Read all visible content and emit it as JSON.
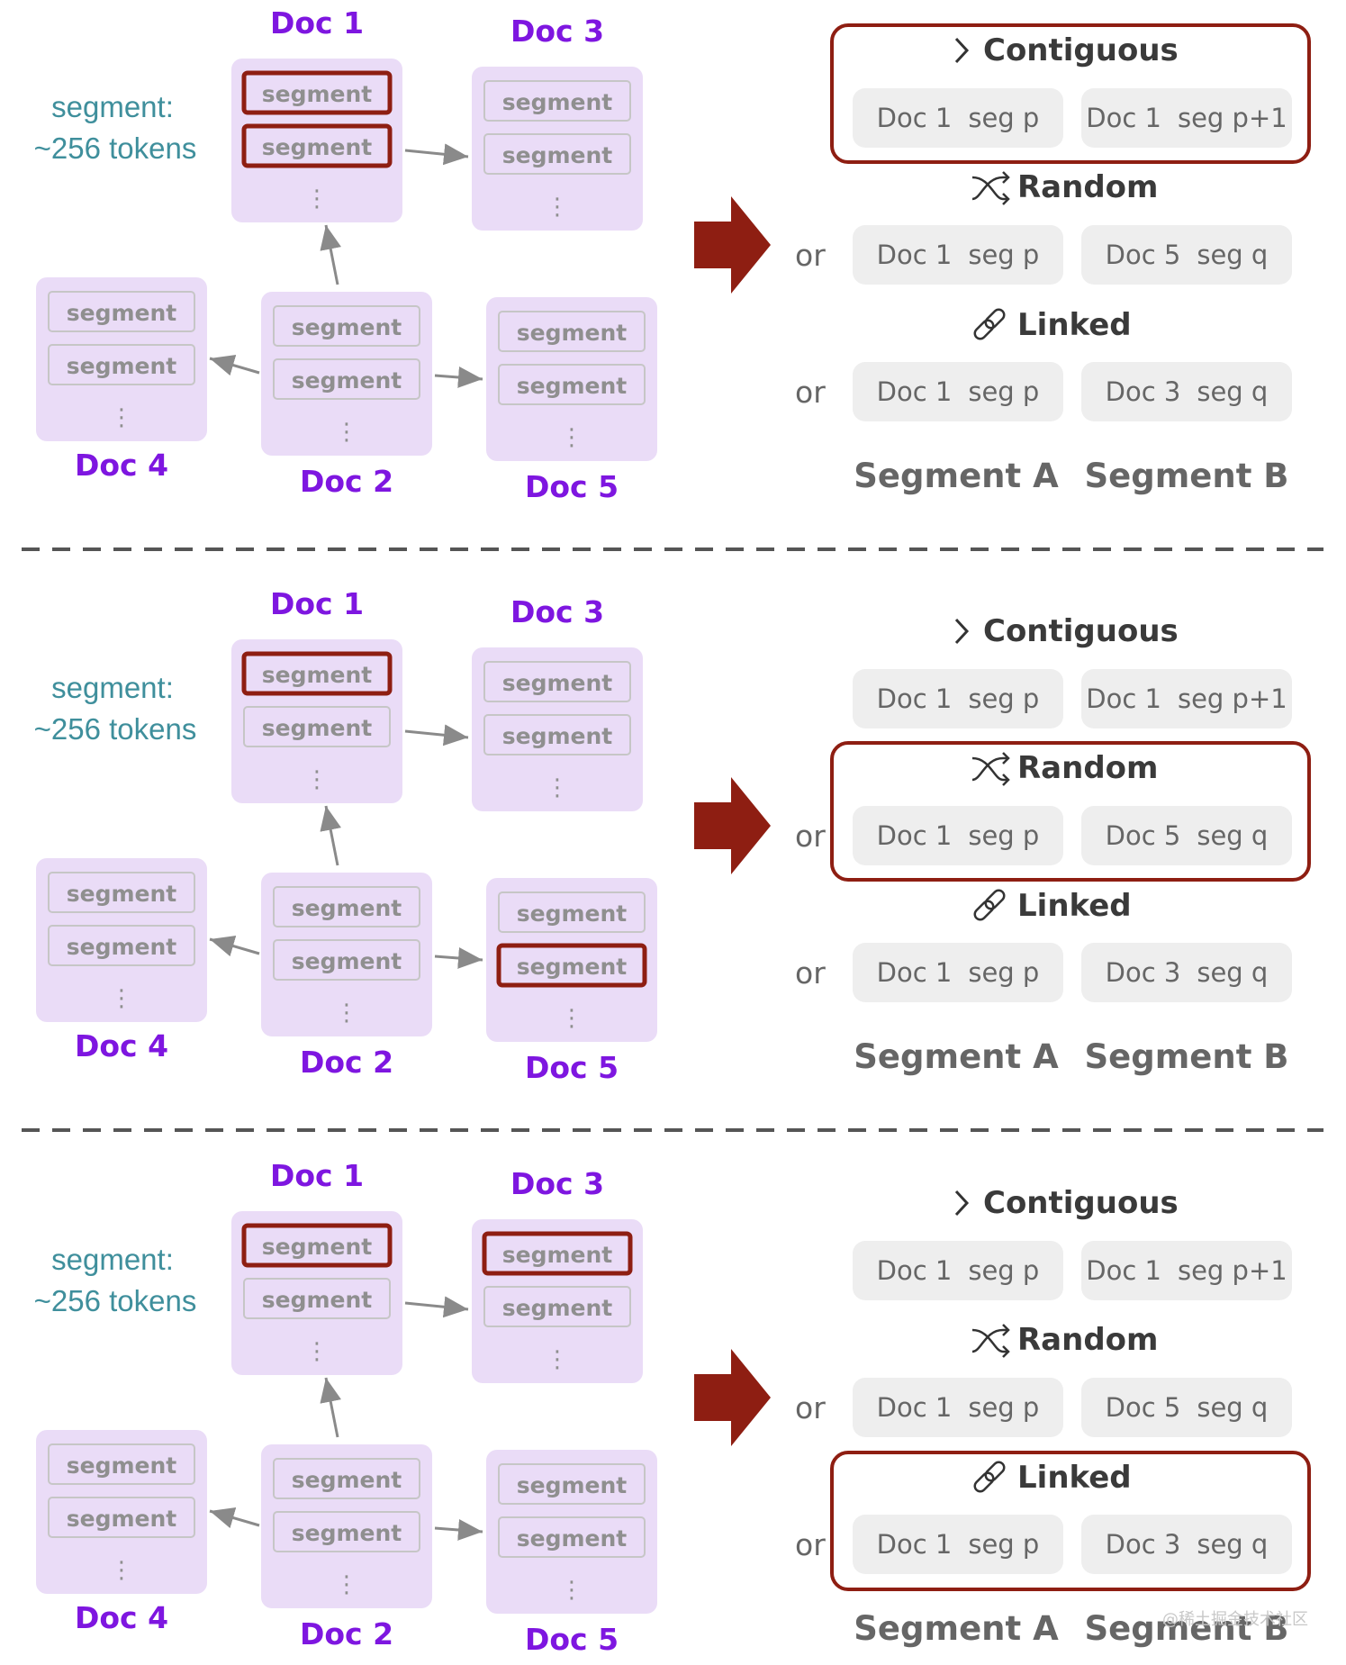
{
  "segment_text": "segment",
  "segment_note": [
    "segment:",
    "~256 tokens"
  ],
  "docs": [
    "Doc 1",
    "Doc 2",
    "Doc 3",
    "Doc 4",
    "Doc 5"
  ],
  "or_text": "or",
  "labels": {
    "segment_a": "Segment A",
    "segment_b": "Segment B"
  },
  "categories": [
    {
      "name": "Contiguous",
      "icon": "chevron-right-icon",
      "pair": [
        [
          "Doc 1",
          "seg p"
        ],
        [
          "Doc 1",
          "seg p+1"
        ]
      ]
    },
    {
      "name": "Random",
      "icon": "shuffle-icon",
      "pair": [
        [
          "Doc 1",
          "seg p"
        ],
        [
          "Doc 5",
          "seg q"
        ]
      ]
    },
    {
      "name": "Linked",
      "icon": "link-icon",
      "pair": [
        [
          "Doc 1",
          "seg p"
        ],
        [
          "Doc 3",
          "seg q"
        ]
      ]
    }
  ],
  "panels": [
    {
      "selected_category": "Contiguous",
      "highlighted_segments": [
        [
          "Doc 1",
          1
        ],
        [
          "Doc 1",
          2
        ]
      ]
    },
    {
      "selected_category": "Random",
      "highlighted_segments": [
        [
          "Doc 1",
          1
        ],
        [
          "Doc 5",
          2
        ]
      ]
    },
    {
      "selected_category": "Linked",
      "highlighted_segments": [
        [
          "Doc 1",
          1
        ],
        [
          "Doc 3",
          1
        ]
      ]
    }
  ],
  "watermark": "@稀土掘金技术社区",
  "colors": {
    "doc_title": "#7e16e0",
    "tokens_note": "#3f8f9c",
    "doc_box": "#eadcf7",
    "highlight": "#8e1e12",
    "pill": "#eeeeee"
  }
}
